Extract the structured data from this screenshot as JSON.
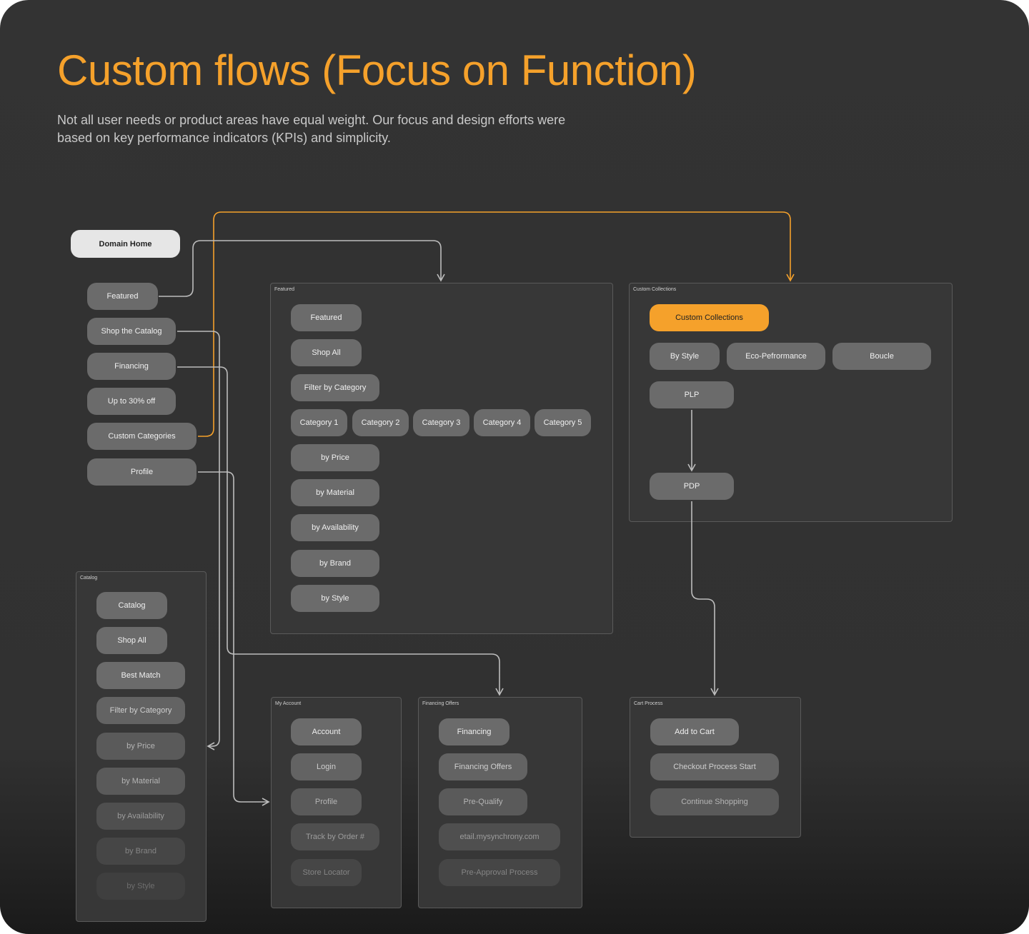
{
  "header": {
    "title": "Custom flows (Focus on Function)",
    "subtitle": "Not all user needs or product areas have equal weight. Our focus and design efforts were based on key performance indicators (KPIs) and simplicity."
  },
  "colors": {
    "background": "#333333",
    "accent": "#f5a12b",
    "pill": "#6b6b6b",
    "home_pill": "#e6e6e6",
    "connector": "#bdbdbd"
  },
  "sitemap": {
    "home": "Domain Home",
    "items": [
      "Featured",
      "Shop the Catalog",
      "Financing",
      "Up to 30% off",
      "Custom Categories",
      "Profile"
    ]
  },
  "featured": {
    "label": "Featured",
    "items": {
      "featured": "Featured",
      "shop_all": "Shop All",
      "filter_by_category": "Filter by Category",
      "categories": [
        "Category 1",
        "Category 2",
        "Category 3",
        "Category 4",
        "Category 5"
      ],
      "by_price": "by Price",
      "by_material": "by Material",
      "by_availability": "by Availability",
      "by_brand": "by Brand",
      "by_style": "by Style"
    }
  },
  "custom_collections": {
    "label": "Custom Collections",
    "main": "Custom Collections",
    "styles": [
      "By Style",
      "Eco-Pefrormance",
      "Boucle"
    ],
    "plp": "PLP",
    "pdp": "PDP"
  },
  "catalog": {
    "label": "Catalog",
    "items": [
      "Catalog",
      "Shop All",
      "Best Match",
      "Filter by Category",
      "by Price",
      "by Material",
      "by Availability",
      "by Brand",
      "by Style"
    ]
  },
  "my_account": {
    "label": "My Account",
    "items": [
      "Account",
      "Login",
      "Profile",
      "Track by Order #",
      "Store Locator"
    ]
  },
  "financing_offers": {
    "label": "Financing Offers",
    "items": [
      "Financing",
      "Financing Offers",
      "Pre-Qualify",
      "etail.mysynchrony.com",
      "Pre-Approval Process"
    ]
  },
  "cart_process": {
    "label": "Cart Process",
    "items": [
      "Add to Cart",
      "Checkout Process Start",
      "Continue Shopping"
    ]
  }
}
